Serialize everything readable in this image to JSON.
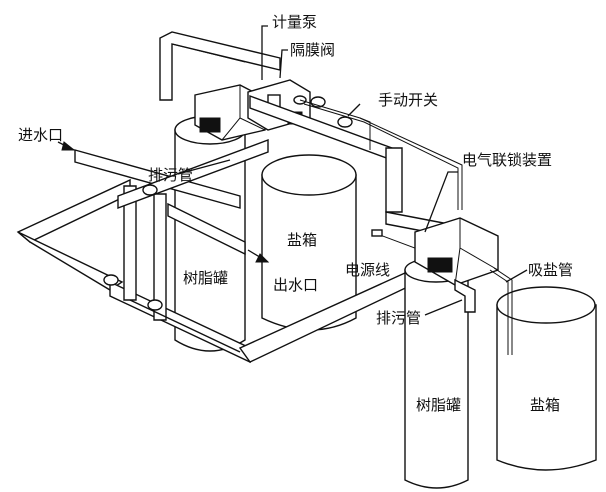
{
  "labels": {
    "metering_pump": "计量泵",
    "diaphragm_valve": "隔膜阀",
    "manual_switch": "手动开关",
    "water_inlet": "进水口",
    "drain_pipe_1": "排污管",
    "electric_interlock": "电气联锁装置",
    "salt_tank_1": "盐箱",
    "power_cord": "电源线",
    "resin_tank_1": "树脂罐",
    "water_outlet": "出水口",
    "salt_suction_pipe": "吸盐管",
    "drain_pipe_2": "排污管",
    "resin_tank_2": "树脂罐",
    "salt_tank_2": "盐箱"
  }
}
